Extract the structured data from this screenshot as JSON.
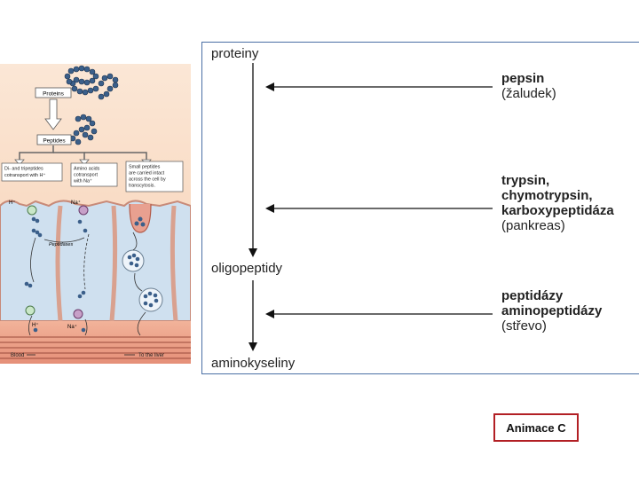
{
  "figure": {
    "proteins_label": "Proteins",
    "peptides_label": "Peptides",
    "box1": [
      "Di- and tripeptides",
      "cotransport with H⁺"
    ],
    "box2": [
      "Amino acids",
      "cotransport",
      "with Na⁺"
    ],
    "box3": [
      "Small peptides",
      "are carried intact",
      "across the cell by",
      "transcytosis."
    ],
    "h_top": "H⁺",
    "na_top": "Na⁺",
    "h_bottom": "H⁺",
    "na_bottom": "Na⁺",
    "peptidases": "Peptidases",
    "blood": "Blood",
    "to_liver": "To the liver"
  },
  "panel": {
    "proteiny": "proteiny",
    "oligopeptidy": "oligopeptidy",
    "aminokyseliny": "aminokyseliny",
    "enzymes": [
      {
        "bold": [
          "pepsin"
        ],
        "plain": "(žaludek)"
      },
      {
        "bold": [
          "trypsin,",
          "chymotrypsin,",
          "karboxypeptidáza"
        ],
        "plain": "(pankreas)"
      },
      {
        "bold": [
          "peptidázy",
          "aminopeptidázy"
        ],
        "plain": "(střevo)"
      }
    ]
  },
  "button": {
    "label": "Animace C"
  }
}
